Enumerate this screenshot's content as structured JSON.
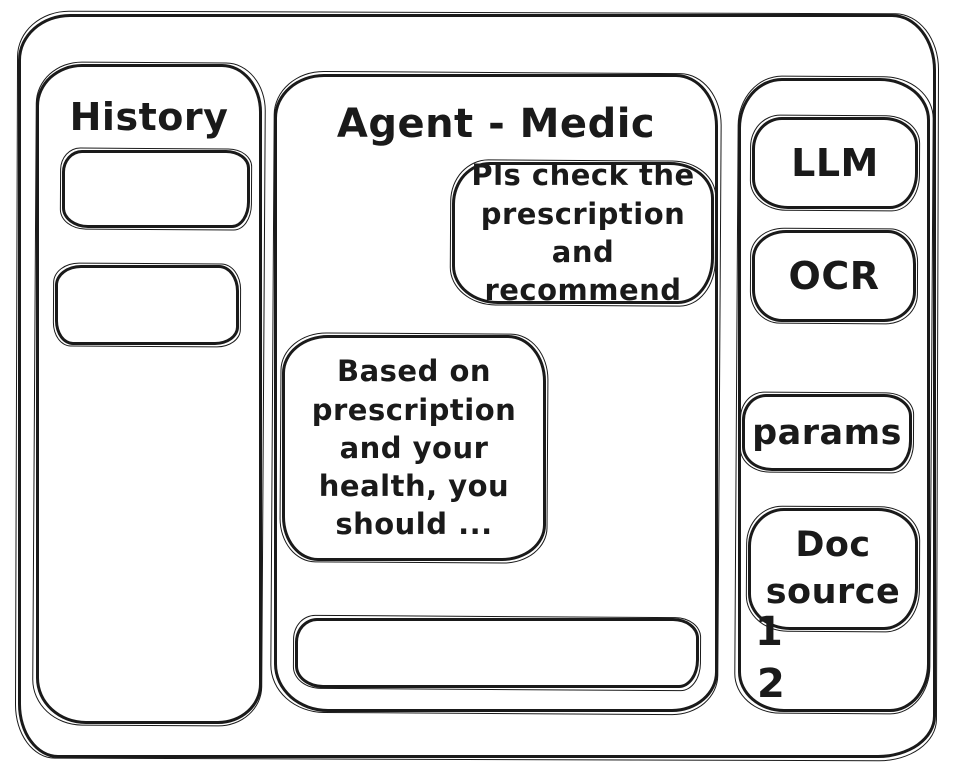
{
  "colors": {
    "ink": "#1a1a1a",
    "background": "#ffffff"
  },
  "history_panel": {
    "title": "History"
  },
  "chat_panel": {
    "title": "Agent - Medic",
    "messages": [
      {
        "role": "user",
        "text": "Pls check the\nprescription\nand recommend"
      },
      {
        "role": "assistant",
        "text": "Based on\nprescription\nand your\nhealth, you\nshould ..."
      }
    ],
    "input_value": ""
  },
  "tools_panel": {
    "buttons": [
      {
        "id": "llm",
        "label": "LLM"
      },
      {
        "id": "ocr",
        "label": "OCR"
      },
      {
        "id": "params",
        "label": "params"
      },
      {
        "id": "doc_source",
        "label": "Doc source"
      }
    ],
    "doc_sources": [
      "1",
      "2"
    ]
  }
}
